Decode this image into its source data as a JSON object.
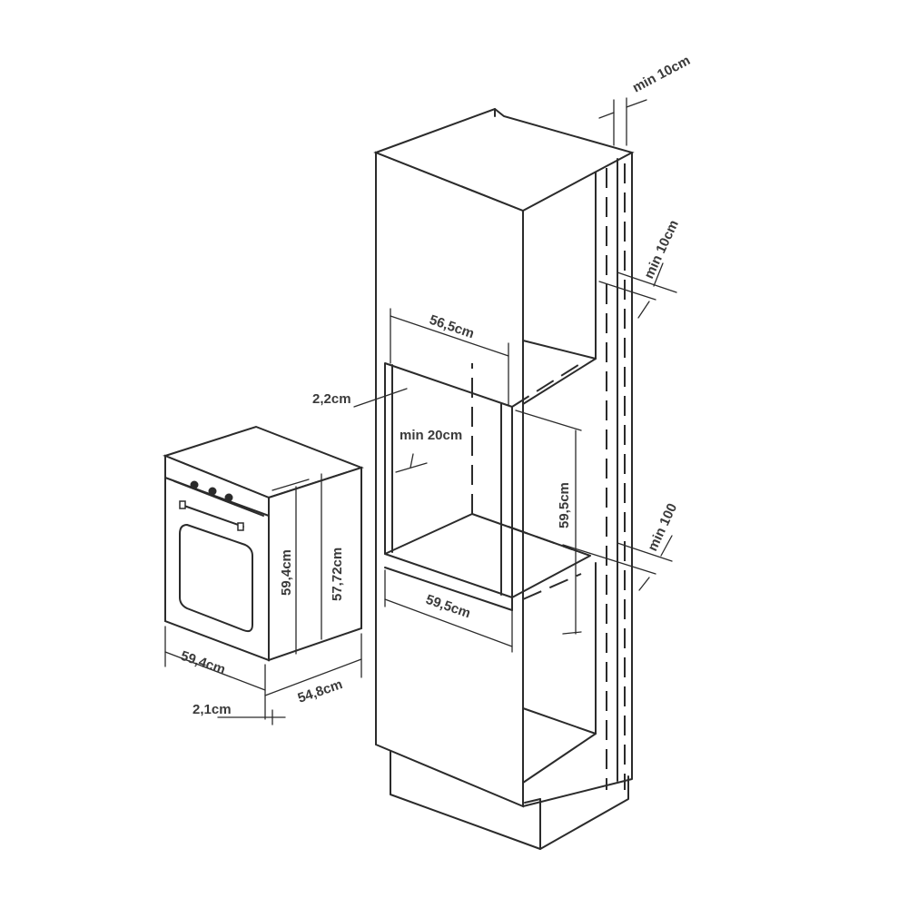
{
  "labels": {
    "top_gap": "min 10cm",
    "side_gap_upper": "min 10cm",
    "niche_width": "56,5cm",
    "side_panel": "2,2cm",
    "bottom_gap": "min 20cm",
    "niche_height": "59,5cm",
    "side_gap_lower": "min 100",
    "cabinet_width": "59,5cm",
    "oven_height_front": "59,4cm",
    "oven_height_body": "57,72cm",
    "oven_width": "59,4cm",
    "oven_depth": "54,8cm",
    "oven_front_thickness": "2,1cm"
  },
  "colors": {
    "line": "#2b2b2b",
    "text": "#3a3a3a",
    "background": "#ffffff"
  }
}
